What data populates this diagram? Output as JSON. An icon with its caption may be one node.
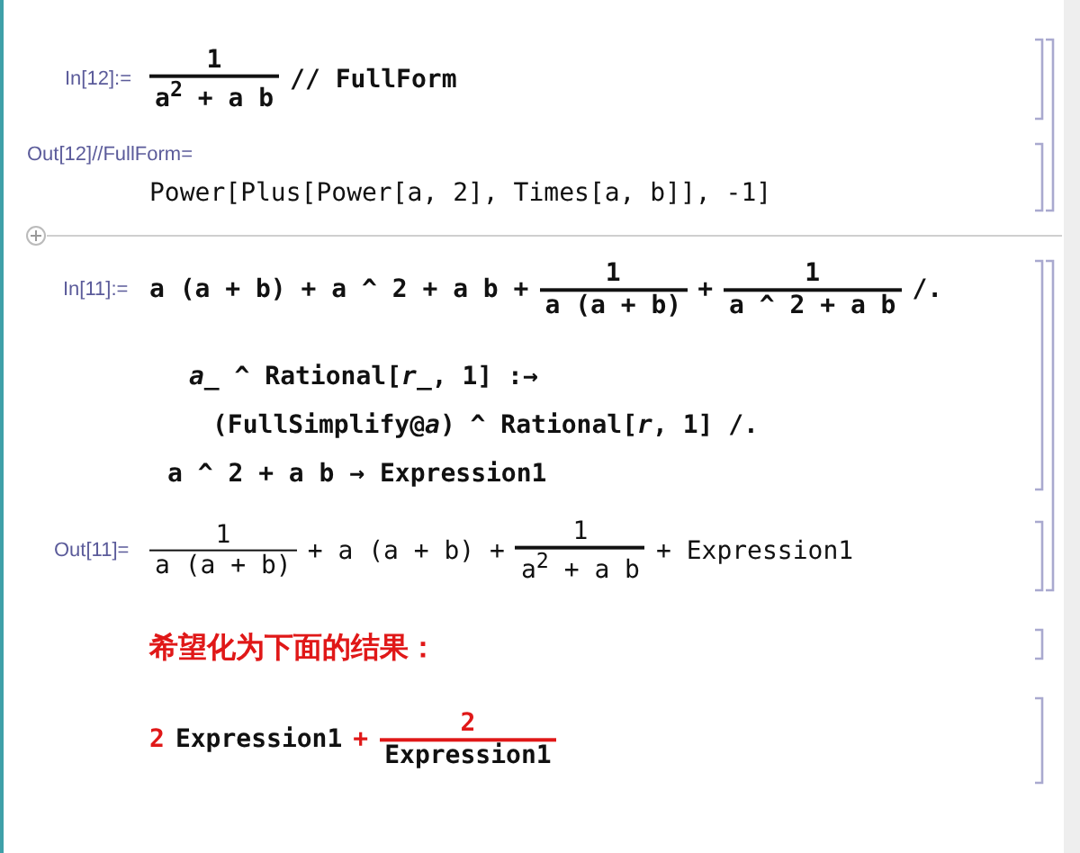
{
  "diagram": {
    "labels": [
      "In[12]:=",
      "1",
      "a$^{2}$ + a b",
      "// FullForm",
      "Out[12]//FullForm=",
      "Power[Plus[Power[a, 2], Times[a, b]], -1]",
      "In[11]:=",
      "a (a + b) + a ^ 2 + a b +",
      "1",
      "a (a + b)",
      "+",
      "1",
      "a ^ 2 + a b",
      "/.",
      "*a_* ^ Rational[*r_*, 1] :→",
      "(FullSimplify@*a*) ^ Rational[*r*, 1] /.",
      "a ^ 2 + a b → Expression1",
      "Out[11]=",
      "1",
      "a (a + b)",
      "+ a (a + b) +",
      "1",
      "a$^{2}$ + a b",
      "+ Expression1",
      "希望化为下面的结果：",
      "2",
      "Expression1",
      "+",
      "2",
      "Expression1"
    ]
  }
}
